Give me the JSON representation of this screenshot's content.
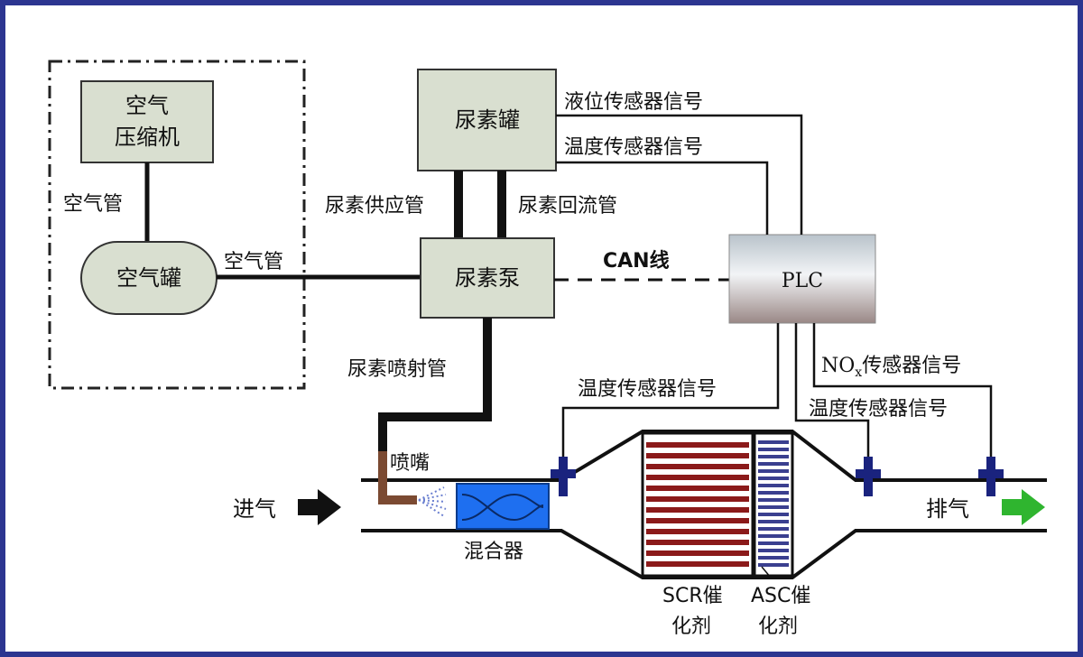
{
  "compressor": {
    "line1": "空气",
    "line2": "压缩机"
  },
  "air_tank": "空气罐",
  "air_pipe_vertical": "空气管",
  "air_pipe_horizontal": "空气管",
  "urea_tank": "尿素罐",
  "urea_pump": "尿素泵",
  "plc": "PLC",
  "supply_pipe": "尿素供应管",
  "return_pipe": "尿素回流管",
  "can_line": "CAN线",
  "level_signal": "液位传感器信号",
  "tank_temp_signal": "温度传感器信号",
  "injection_pipe": "尿素喷射管",
  "nozzle": "喷嘴",
  "inlet": "进气",
  "outlet": "排气",
  "mixer": "混合器",
  "upstream_temp_signal": "温度传感器信号",
  "downstream_temp_signal": "温度传感器信号",
  "nox_signal": {
    "prefix": "NO",
    "sub": "x",
    "suffix": "传感器信号"
  },
  "scr": {
    "line1": "SCR催",
    "line2": "化剂"
  },
  "asc": {
    "line1": "ASC催",
    "line2": "化剂"
  },
  "colors": {
    "frame": "#2c3590",
    "box_fill": "#d9dfd0",
    "scr_stripe": "#8b1a1a",
    "asc_stripe": "#3a3f8f",
    "mixer": "#1e6ff0",
    "sensor": "#1a237e",
    "arrow_in": "#111111",
    "arrow_out": "#2fb52f",
    "injector_pipe": "#7b4a32"
  }
}
